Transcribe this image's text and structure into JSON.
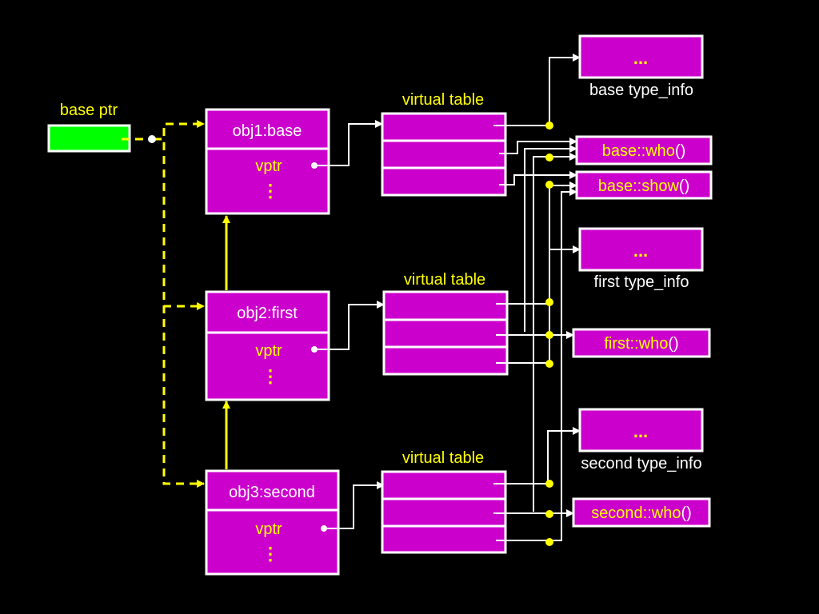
{
  "base_ptr": {
    "label": "base ptr"
  },
  "objects": [
    {
      "title": "obj1:base",
      "field": "vptr",
      "ellipsis": "⋮"
    },
    {
      "title": "obj2:first",
      "field": "vptr",
      "ellipsis": "⋮"
    },
    {
      "title": "obj3:second",
      "field": "vptr",
      "ellipsis": "⋮"
    }
  ],
  "vtables": [
    {
      "label": "virtual table"
    },
    {
      "label": "virtual table"
    },
    {
      "label": "virtual table"
    }
  ],
  "type_infos": [
    {
      "box": "...",
      "label": "base type_info"
    },
    {
      "box": "...",
      "label": "first type_info"
    },
    {
      "box": "...",
      "label": "second type_info"
    }
  ],
  "methods": [
    {
      "name": "base::who",
      "parens": "()"
    },
    {
      "name": "base::show",
      "parens": "()"
    },
    {
      "name": "first::who",
      "parens": "()"
    },
    {
      "name": "second::who",
      "parens": "()"
    }
  ],
  "colors": {
    "background": "#000000",
    "box_fill": "#cc00cc",
    "border": "#ffffff",
    "accent": "#ffff00",
    "ptr_fill": "#00ff00"
  }
}
